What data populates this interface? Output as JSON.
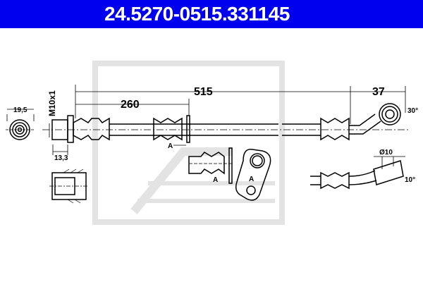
{
  "header": {
    "part_number": "24.5270-0515.3",
    "ref_code": "331145",
    "background": "#0000ee"
  },
  "drawing": {
    "title": "Brake hose technical drawing",
    "dimensions": {
      "overall_length": "515",
      "bracket_distance": "260",
      "banjo_offset": "37",
      "end_fitting_width": "19,5",
      "thread": "M10x1",
      "fitting_length": "13,3",
      "eye_diameter": "Ø10",
      "eye_angle": "30°",
      "bend_angle": "10°"
    },
    "labels": {
      "section_a_1": "A",
      "section_a_2": "A",
      "section_a_3": "A"
    },
    "watermark_color": "#e6e6e6"
  }
}
